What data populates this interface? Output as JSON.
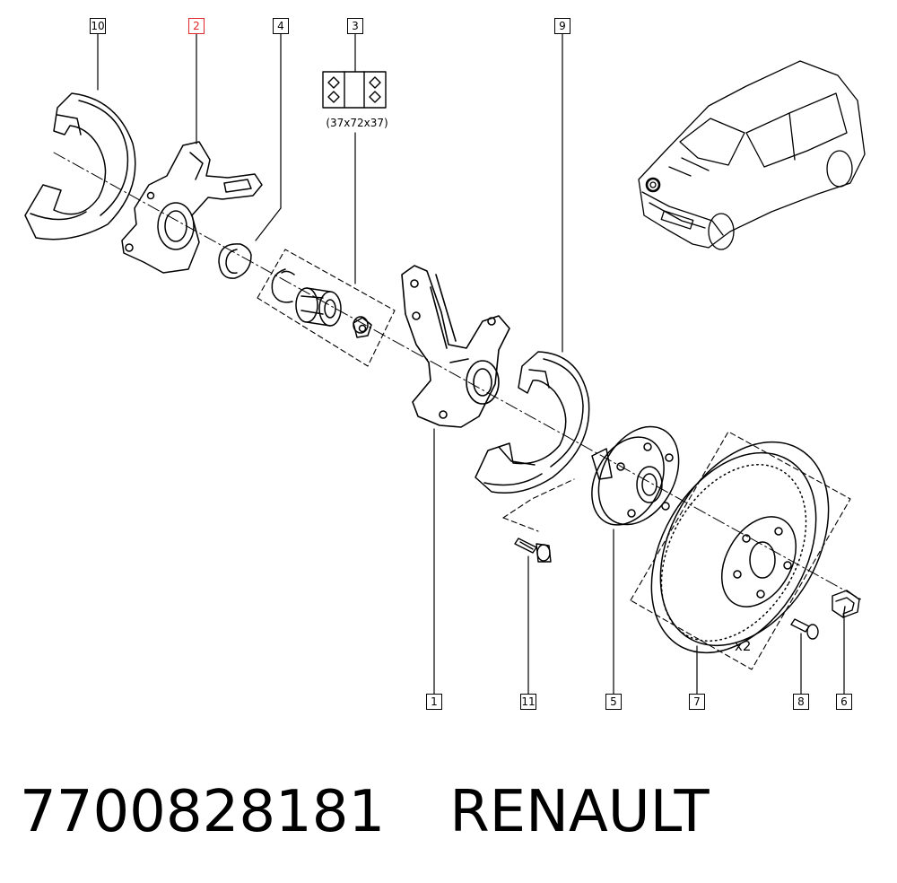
{
  "callouts": {
    "c1": "1",
    "c2": "2",
    "c3": "3",
    "c4": "4",
    "c5": "5",
    "c6": "6",
    "c7": "7",
    "c8": "8",
    "c9": "9",
    "c10": "10",
    "c11": "11"
  },
  "highlight_color": "#e0262a",
  "bearing_size": "(37x72x37)",
  "quantity_label": "x2",
  "footer": {
    "part_number": "7700828181",
    "brand": "RENAULT"
  }
}
